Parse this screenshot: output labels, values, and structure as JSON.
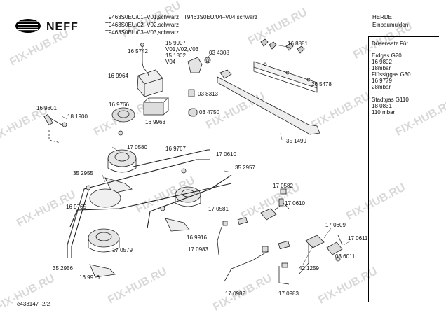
{
  "header": {
    "model_line_1": "T9463S0EU/01–V01,schwarz",
    "model_line_2": "T9463S0EU/02–V02,schwarz",
    "model_line_3": "T9463S0EU/03–V03,schwarz",
    "model_line_4": "T9463S0EU/04–V04,schwarz",
    "category": "HERDE",
    "subcategory": "Einbaumulden"
  },
  "logo": {
    "text": "NEFF"
  },
  "right_panel": {
    "title": "Düsensatz Für",
    "lines": [
      "Erdgas G20",
      "16 9802",
      "18mbar",
      "Flüssiggas G30",
      "16 9779",
      "28mbar",
      "",
      "Stadtgas G110",
      "18 0831",
      "110 mbar"
    ]
  },
  "part_labels": {
    "p165742": "16 5742",
    "p159907": "15 9907",
    "pv01": "V01,V02,V03",
    "p151802": "15 1802",
    "pv04": "V04",
    "p034308": "03 4308",
    "p168881": "16 8881",
    "p169964": "16 9964",
    "p265478": "26 5478",
    "p038313": "03 8313",
    "p169766": "16 9766",
    "p169801": "16 9801",
    "p181900": "18 1900",
    "p169963": "16 9963",
    "p034750": "03 4750",
    "p351499": "35 1499",
    "p170580": "17 0580",
    "p169767": "16 9767",
    "p170610a": "17 0610",
    "p352957": "35 2957",
    "p352955": "35 2955",
    "p170582": "17 0582",
    "p169765": "16 9765",
    "p170581": "17 0581",
    "p170610b": "17 0610",
    "p169916a": "16 9916",
    "p170609": "17 0609",
    "p170611": "17 0611",
    "p170983a": "17 0983",
    "p170579": "17 0579",
    "p352956": "35 2956",
    "p421259": "42 1259",
    "p036011": "03 6011",
    "p169916b": "16 9916",
    "p170982": "17 0982",
    "p170983b": "17 0983"
  },
  "footer": {
    "doc_id": "e433147 -2/2"
  },
  "watermark": {
    "text": "FIX-HUB.RU"
  }
}
